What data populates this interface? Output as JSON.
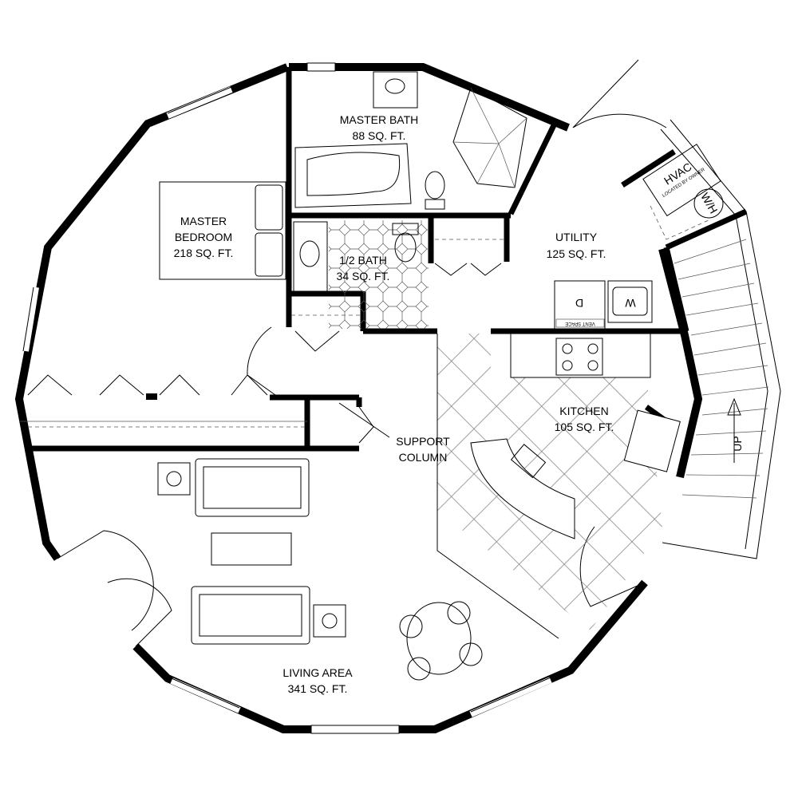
{
  "rooms": {
    "master_bath": {
      "name": "MASTER BATH",
      "area": "88 SQ. FT."
    },
    "master_bedroom": {
      "name_line1": "MASTER",
      "name_line2": "BEDROOM",
      "area": "218 SQ. FT."
    },
    "half_bath": {
      "name": "1/2 BATH",
      "area": "34 SQ. FT."
    },
    "utility": {
      "name": "UTILITY",
      "area": "125 SQ. FT."
    },
    "kitchen": {
      "name": "KITCHEN",
      "area": "105 SQ. FT."
    },
    "living_area": {
      "name": "LIVING AREA",
      "area": "341 SQ. FT."
    }
  },
  "annotations": {
    "support_column_line1": "SUPPORT",
    "support_column_line2": "COLUMN",
    "hvac": "HVAC",
    "hvac_note": "LOCATED BY OWNER",
    "water_heater": "W/H",
    "dryer": "D",
    "washer": "W",
    "vent_space": "VENT SPACE",
    "stairs": "UP"
  },
  "colors": {
    "wall": "#000000",
    "background": "#ffffff",
    "line": "#555555"
  }
}
